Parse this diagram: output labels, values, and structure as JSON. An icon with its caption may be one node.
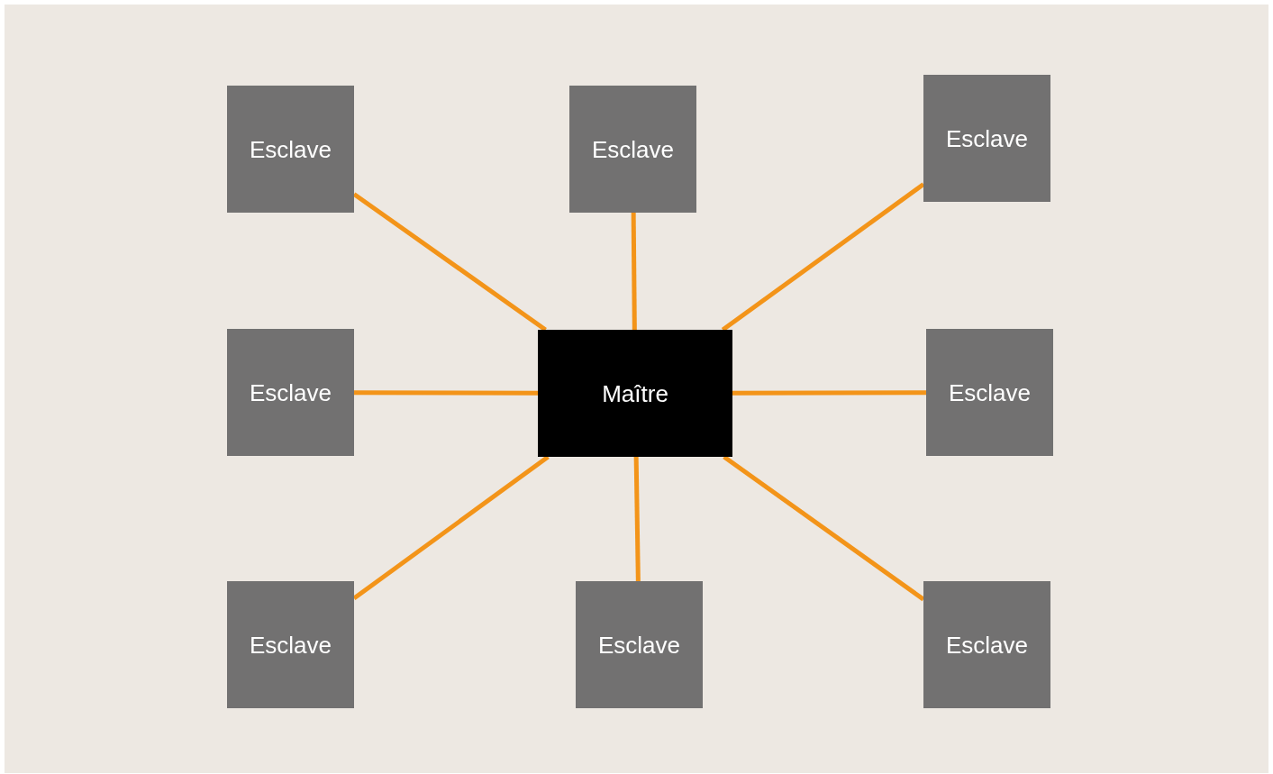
{
  "diagram": {
    "nodes": [
      {
        "text": [
          "Esclave"
        ]
      },
      {
        "text": [
          "Esclave"
        ]
      },
      {
        "text": [
          "Esclave"
        ]
      },
      {
        "text": [
          "Esclave"
        ]
      },
      {
        "text": [
          "Maître"
        ]
      },
      {
        "text": [
          "Esclave"
        ]
      },
      {
        "text": [
          "Esclave"
        ]
      },
      {
        "text": [
          "Esclave"
        ]
      },
      {
        "text": [
          "Esclave"
        ]
      }
    ],
    "edges": [
      {
        "from": 4,
        "to": 0,
        "arrow": "none"
      },
      {
        "from": 4,
        "to": 1,
        "arrow": "none"
      },
      {
        "from": 4,
        "to": 2,
        "arrow": "none"
      },
      {
        "from": 4,
        "to": 3,
        "arrow": "none"
      },
      {
        "from": 4,
        "to": 5,
        "arrow": "none"
      },
      {
        "from": 4,
        "to": 6,
        "arrow": "none"
      },
      {
        "from": 4,
        "to": 7,
        "arrow": "none"
      },
      {
        "from": 4,
        "to": 8,
        "arrow": "none"
      }
    ]
  }
}
